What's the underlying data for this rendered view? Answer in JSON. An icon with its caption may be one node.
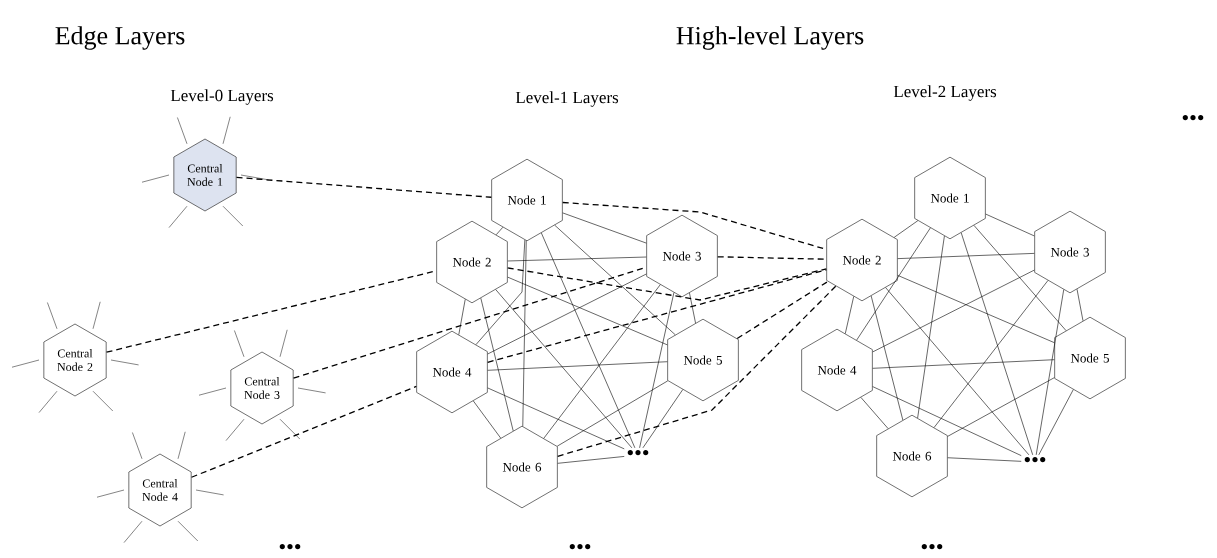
{
  "diagram": {
    "nodes": [
      {
        "text": [
          "Central Node 1"
        ]
      },
      {
        "text": [
          "Central Node 2"
        ]
      },
      {
        "text": [
          "Central Node 3"
        ]
      },
      {
        "text": [
          "Central Node 4"
        ]
      },
      {
        "text": [
          "Node 1"
        ]
      },
      {
        "text": [
          "Node 2"
        ]
      },
      {
        "text": [
          "Node 3"
        ]
      },
      {
        "text": [
          "Node 4"
        ]
      },
      {
        "text": [
          "Node 5"
        ]
      },
      {
        "text": [
          "Node 6"
        ]
      },
      {
        "text": [
          "Node 1"
        ]
      },
      {
        "text": [
          "Node 2"
        ]
      },
      {
        "text": [
          "Node 3"
        ]
      },
      {
        "text": [
          "Node 4"
        ]
      },
      {
        "text": [
          "Node 5"
        ]
      },
      {
        "text": [
          "Node 6"
        ]
      },
      {
        "text": [
          "•••"
        ]
      },
      {
        "text": [
          "•••"
        ]
      }
    ],
    "edges": [
      {
        "from": 0,
        "to": 4,
        "arrow": "none",
        "style": "dashed"
      },
      {
        "from": 1,
        "to": 5,
        "arrow": "none",
        "style": "dashed"
      },
      {
        "from": 2,
        "to": 6,
        "arrow": "none",
        "style": "dashed"
      },
      {
        "from": 3,
        "to": 7,
        "arrow": "none",
        "style": "dashed"
      },
      {
        "from": 4,
        "to": 5,
        "arrow": "none"
      },
      {
        "from": 4,
        "to": 6,
        "arrow": "none"
      },
      {
        "from": 4,
        "to": 7,
        "arrow": "none"
      },
      {
        "from": 4,
        "to": 8,
        "arrow": "none"
      },
      {
        "from": 4,
        "to": 9,
        "arrow": "none"
      },
      {
        "from": 5,
        "to": 6,
        "arrow": "none"
      },
      {
        "from": 5,
        "to": 7,
        "arrow": "none"
      },
      {
        "from": 5,
        "to": 8,
        "arrow": "none"
      },
      {
        "from": 5,
        "to": 9,
        "arrow": "none"
      },
      {
        "from": 6,
        "to": 7,
        "arrow": "none"
      },
      {
        "from": 6,
        "to": 8,
        "arrow": "none"
      },
      {
        "from": 6,
        "to": 9,
        "arrow": "none"
      },
      {
        "from": 7,
        "to": 8,
        "arrow": "none"
      },
      {
        "from": 7,
        "to": 9,
        "arrow": "none"
      },
      {
        "from": 8,
        "to": 9,
        "arrow": "none"
      },
      {
        "from": 4,
        "to": 11,
        "arrow": "none",
        "style": "dashed"
      },
      {
        "from": 5,
        "to": 11,
        "arrow": "none",
        "style": "dashed"
      },
      {
        "from": 6,
        "to": 11,
        "arrow": "none",
        "style": "dashed"
      },
      {
        "from": 7,
        "to": 11,
        "arrow": "none",
        "style": "dashed"
      },
      {
        "from": 8,
        "to": 11,
        "arrow": "none",
        "style": "dashed"
      },
      {
        "from": 9,
        "to": 11,
        "arrow": "none",
        "style": "dashed"
      },
      {
        "from": 10,
        "to": 11,
        "arrow": "none"
      },
      {
        "from": 10,
        "to": 12,
        "arrow": "none"
      },
      {
        "from": 10,
        "to": 13,
        "arrow": "none"
      },
      {
        "from": 10,
        "to": 14,
        "arrow": "none"
      },
      {
        "from": 10,
        "to": 15,
        "arrow": "none"
      },
      {
        "from": 11,
        "to": 12,
        "arrow": "none"
      },
      {
        "from": 11,
        "to": 13,
        "arrow": "none"
      },
      {
        "from": 11,
        "to": 14,
        "arrow": "none"
      },
      {
        "from": 11,
        "to": 15,
        "arrow": "none"
      },
      {
        "from": 12,
        "to": 13,
        "arrow": "none"
      },
      {
        "from": 12,
        "to": 14,
        "arrow": "none"
      },
      {
        "from": 12,
        "to": 15,
        "arrow": "none"
      },
      {
        "from": 13,
        "to": 14,
        "arrow": "none"
      },
      {
        "from": 13,
        "to": 15,
        "arrow": "none"
      },
      {
        "from": 14,
        "to": 15,
        "arrow": "none"
      },
      {
        "from": 4,
        "to": 16,
        "arrow": "none"
      },
      {
        "from": 5,
        "to": 16,
        "arrow": "none"
      },
      {
        "from": 6,
        "to": 16,
        "arrow": "none"
      },
      {
        "from": 7,
        "to": 16,
        "arrow": "none"
      },
      {
        "from": 8,
        "to": 16,
        "arrow": "none"
      },
      {
        "from": 9,
        "to": 16,
        "arrow": "none"
      },
      {
        "from": 10,
        "to": 17,
        "arrow": "none"
      },
      {
        "from": 11,
        "to": 17,
        "arrow": "none"
      },
      {
        "from": 12,
        "to": 17,
        "arrow": "none"
      },
      {
        "from": 13,
        "to": 17,
        "arrow": "none"
      },
      {
        "from": 14,
        "to": 17,
        "arrow": "none"
      },
      {
        "from": 15,
        "to": 17,
        "arrow": "none"
      }
    ],
    "labels": [
      "Edge Layers",
      "High-level Layers",
      "Level-0 Layers",
      "Level-1 Layers",
      "Level-2 Layers",
      "•••",
      "•••",
      "•••",
      "•••"
    ]
  }
}
